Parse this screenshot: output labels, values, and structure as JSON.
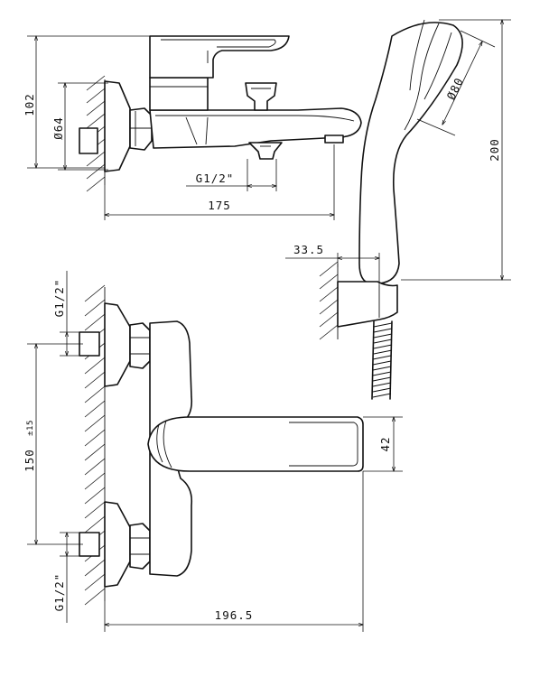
{
  "dimensions": {
    "side_height": "102",
    "side_diameter": "Ø64",
    "side_thread": "G1/2\"",
    "side_length": "175",
    "shower_diameter": "Ø80",
    "shower_height": "200",
    "shower_offset": "33.5",
    "front_thread_top": "G1/2\"",
    "front_spacing": "150",
    "front_spacing_tol": "±15",
    "front_lever_height": "42",
    "front_thread_bottom": "G1/2\"",
    "front_length": "196.5"
  }
}
